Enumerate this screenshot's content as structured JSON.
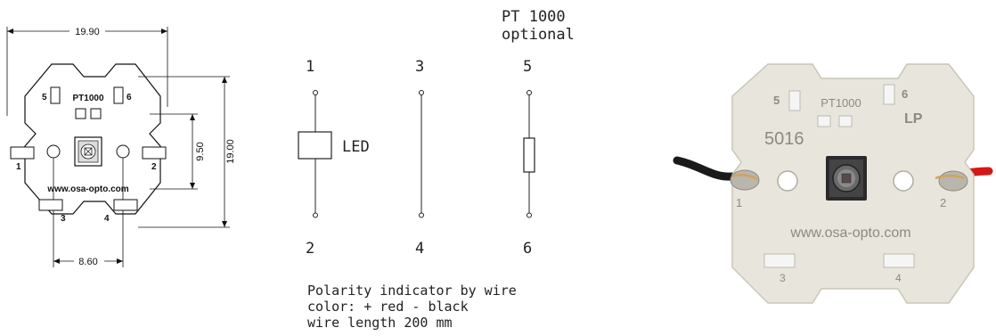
{
  "drawing": {
    "dim_width": "19.90",
    "dim_height": "19.00",
    "dim_pad_spacing": "9.50",
    "dim_bottom": "8.60",
    "pcb_label": "PT1000",
    "url": "www.osa-opto.com",
    "pads": [
      "1",
      "2",
      "3",
      "4",
      "5",
      "6"
    ]
  },
  "schematic": {
    "header_line1": "PT 1000",
    "header_line2": "optional",
    "top_numbers": [
      "1",
      "3",
      "5"
    ],
    "bottom_numbers": [
      "2",
      "4",
      "6"
    ],
    "led_label": "LED",
    "note_line1": "Polarity indicator by wire",
    "note_line2": "color: + red - black",
    "note_line3": "wire length 200 mm"
  },
  "photo": {
    "pt_label": "PT1000",
    "part_number": "5016",
    "logo": "LP",
    "url": "www.osa-opto.com",
    "pads": [
      "1",
      "2",
      "3",
      "4",
      "5",
      "6"
    ]
  }
}
